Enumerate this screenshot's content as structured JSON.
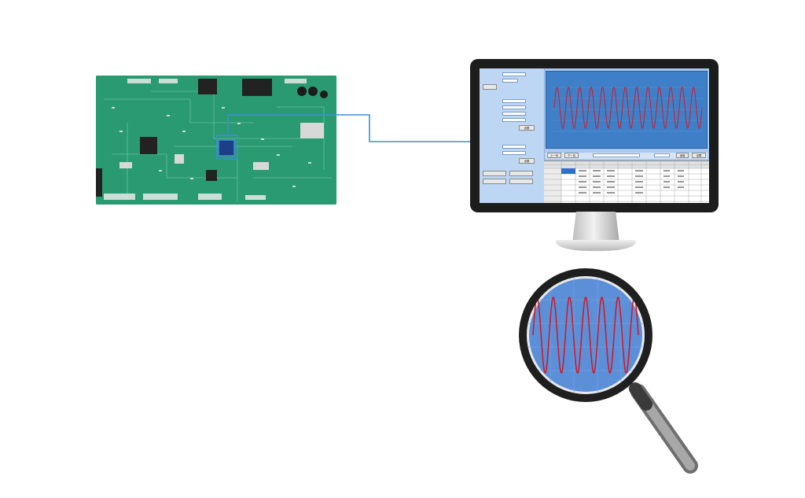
{
  "colors": {
    "pcb_green": "#2a9a72",
    "link_blue": "#3f8fd0",
    "monitor_bezel": "#1c1c1c",
    "plot_blue": "#3f7fc7",
    "lens_fill": "#5b8fd8",
    "wave_red": "#d21a2a"
  },
  "icons": {
    "board": "circuit-board-icon",
    "monitor": "monitor-icon",
    "magnifier": "magnifier-icon"
  },
  "screen": {
    "panel_buttons": [
      "设置",
      "设置",
      "设置"
    ],
    "nav_buttons": [
      "上一页",
      "下一页",
      "读取",
      "设置"
    ]
  }
}
